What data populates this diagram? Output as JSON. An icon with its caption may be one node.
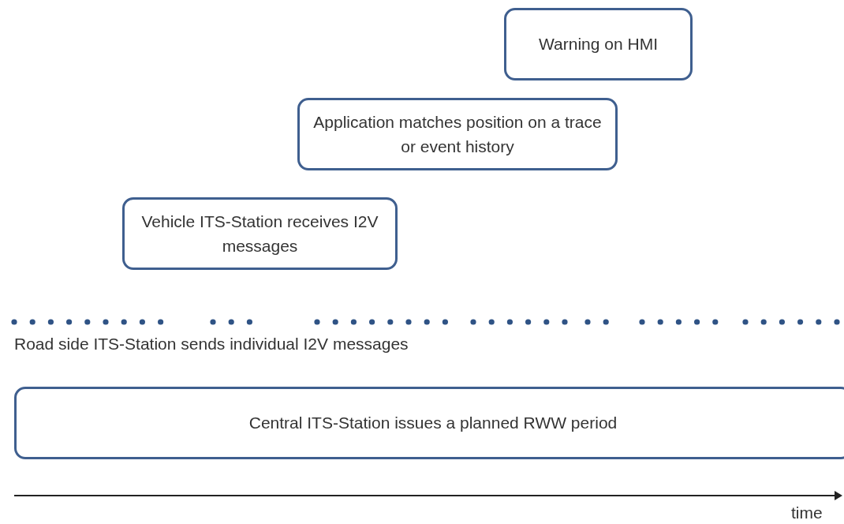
{
  "diagram": {
    "nodes": [
      {
        "text": [
          "Warning on HMI"
        ]
      },
      {
        "text": [
          "Application matches position on a trace or event history"
        ]
      },
      {
        "text": [
          "Vehicle ITS-Station receives I2V messages"
        ]
      },
      {
        "text": [
          "Central ITS-Station issues a planned RWW period"
        ]
      }
    ],
    "labels": [
      "Road side ITS-Station sends individual I2V messages",
      "time"
    ]
  }
}
